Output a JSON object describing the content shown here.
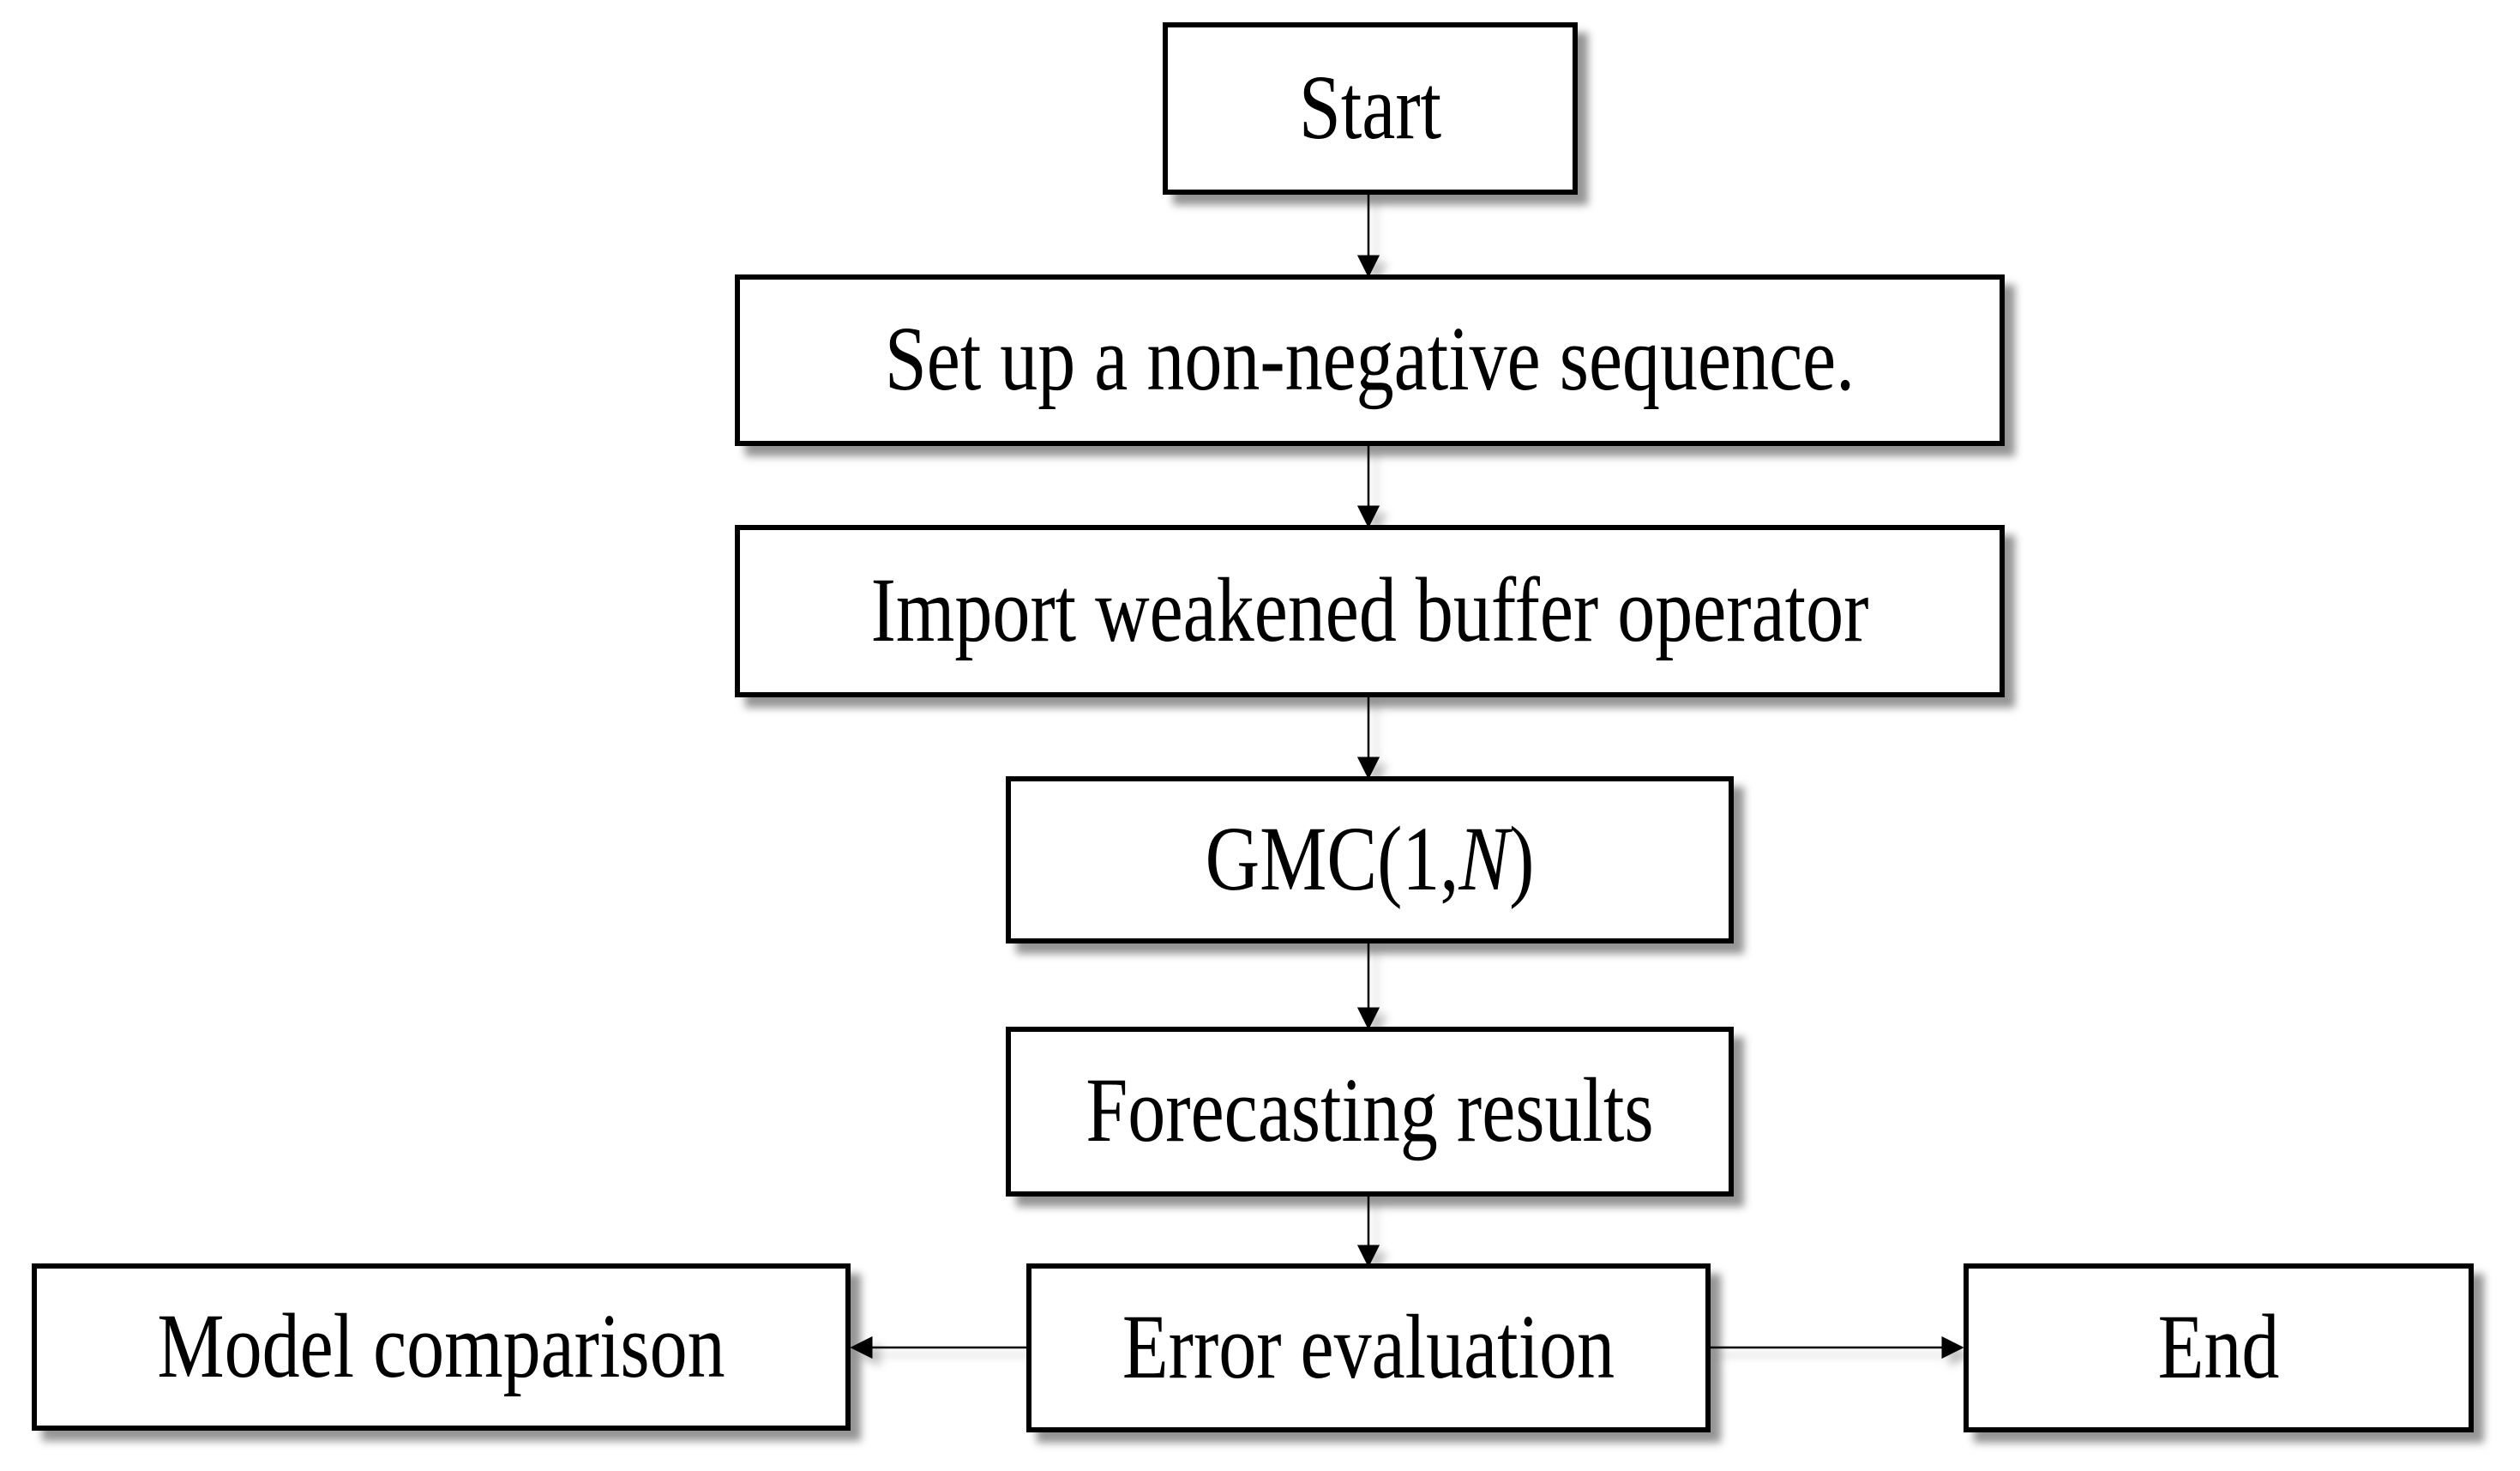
{
  "figure": {
    "type": "flowchart",
    "background": "#ffffff",
    "box_fill": "#ffffff",
    "box_border_color": "#000000",
    "text_color": "#000000",
    "arrow_color": "#000000"
  },
  "nodes": {
    "start": {
      "label": "Start"
    },
    "setup": {
      "label": "Set up a non-negative sequence."
    },
    "import_operator": {
      "label": "Import weakened buffer operator"
    },
    "gmc": {
      "prefix": "GMC(1,",
      "variable": "N",
      "suffix": ")"
    },
    "forecasting": {
      "label": "Forecasting results"
    },
    "error_evaluation": {
      "label": "Error evaluation"
    },
    "model_comparison": {
      "label": "Model comparison"
    },
    "end": {
      "label": "End"
    }
  },
  "edges": [
    {
      "from": "start",
      "to": "setup",
      "direction": "down"
    },
    {
      "from": "setup",
      "to": "import_operator",
      "direction": "down"
    },
    {
      "from": "import_operator",
      "to": "gmc",
      "direction": "down"
    },
    {
      "from": "gmc",
      "to": "forecasting",
      "direction": "down"
    },
    {
      "from": "forecasting",
      "to": "error_evaluation",
      "direction": "down"
    },
    {
      "from": "error_evaluation",
      "to": "model_comparison",
      "direction": "left"
    },
    {
      "from": "error_evaluation",
      "to": "end",
      "direction": "right"
    }
  ]
}
